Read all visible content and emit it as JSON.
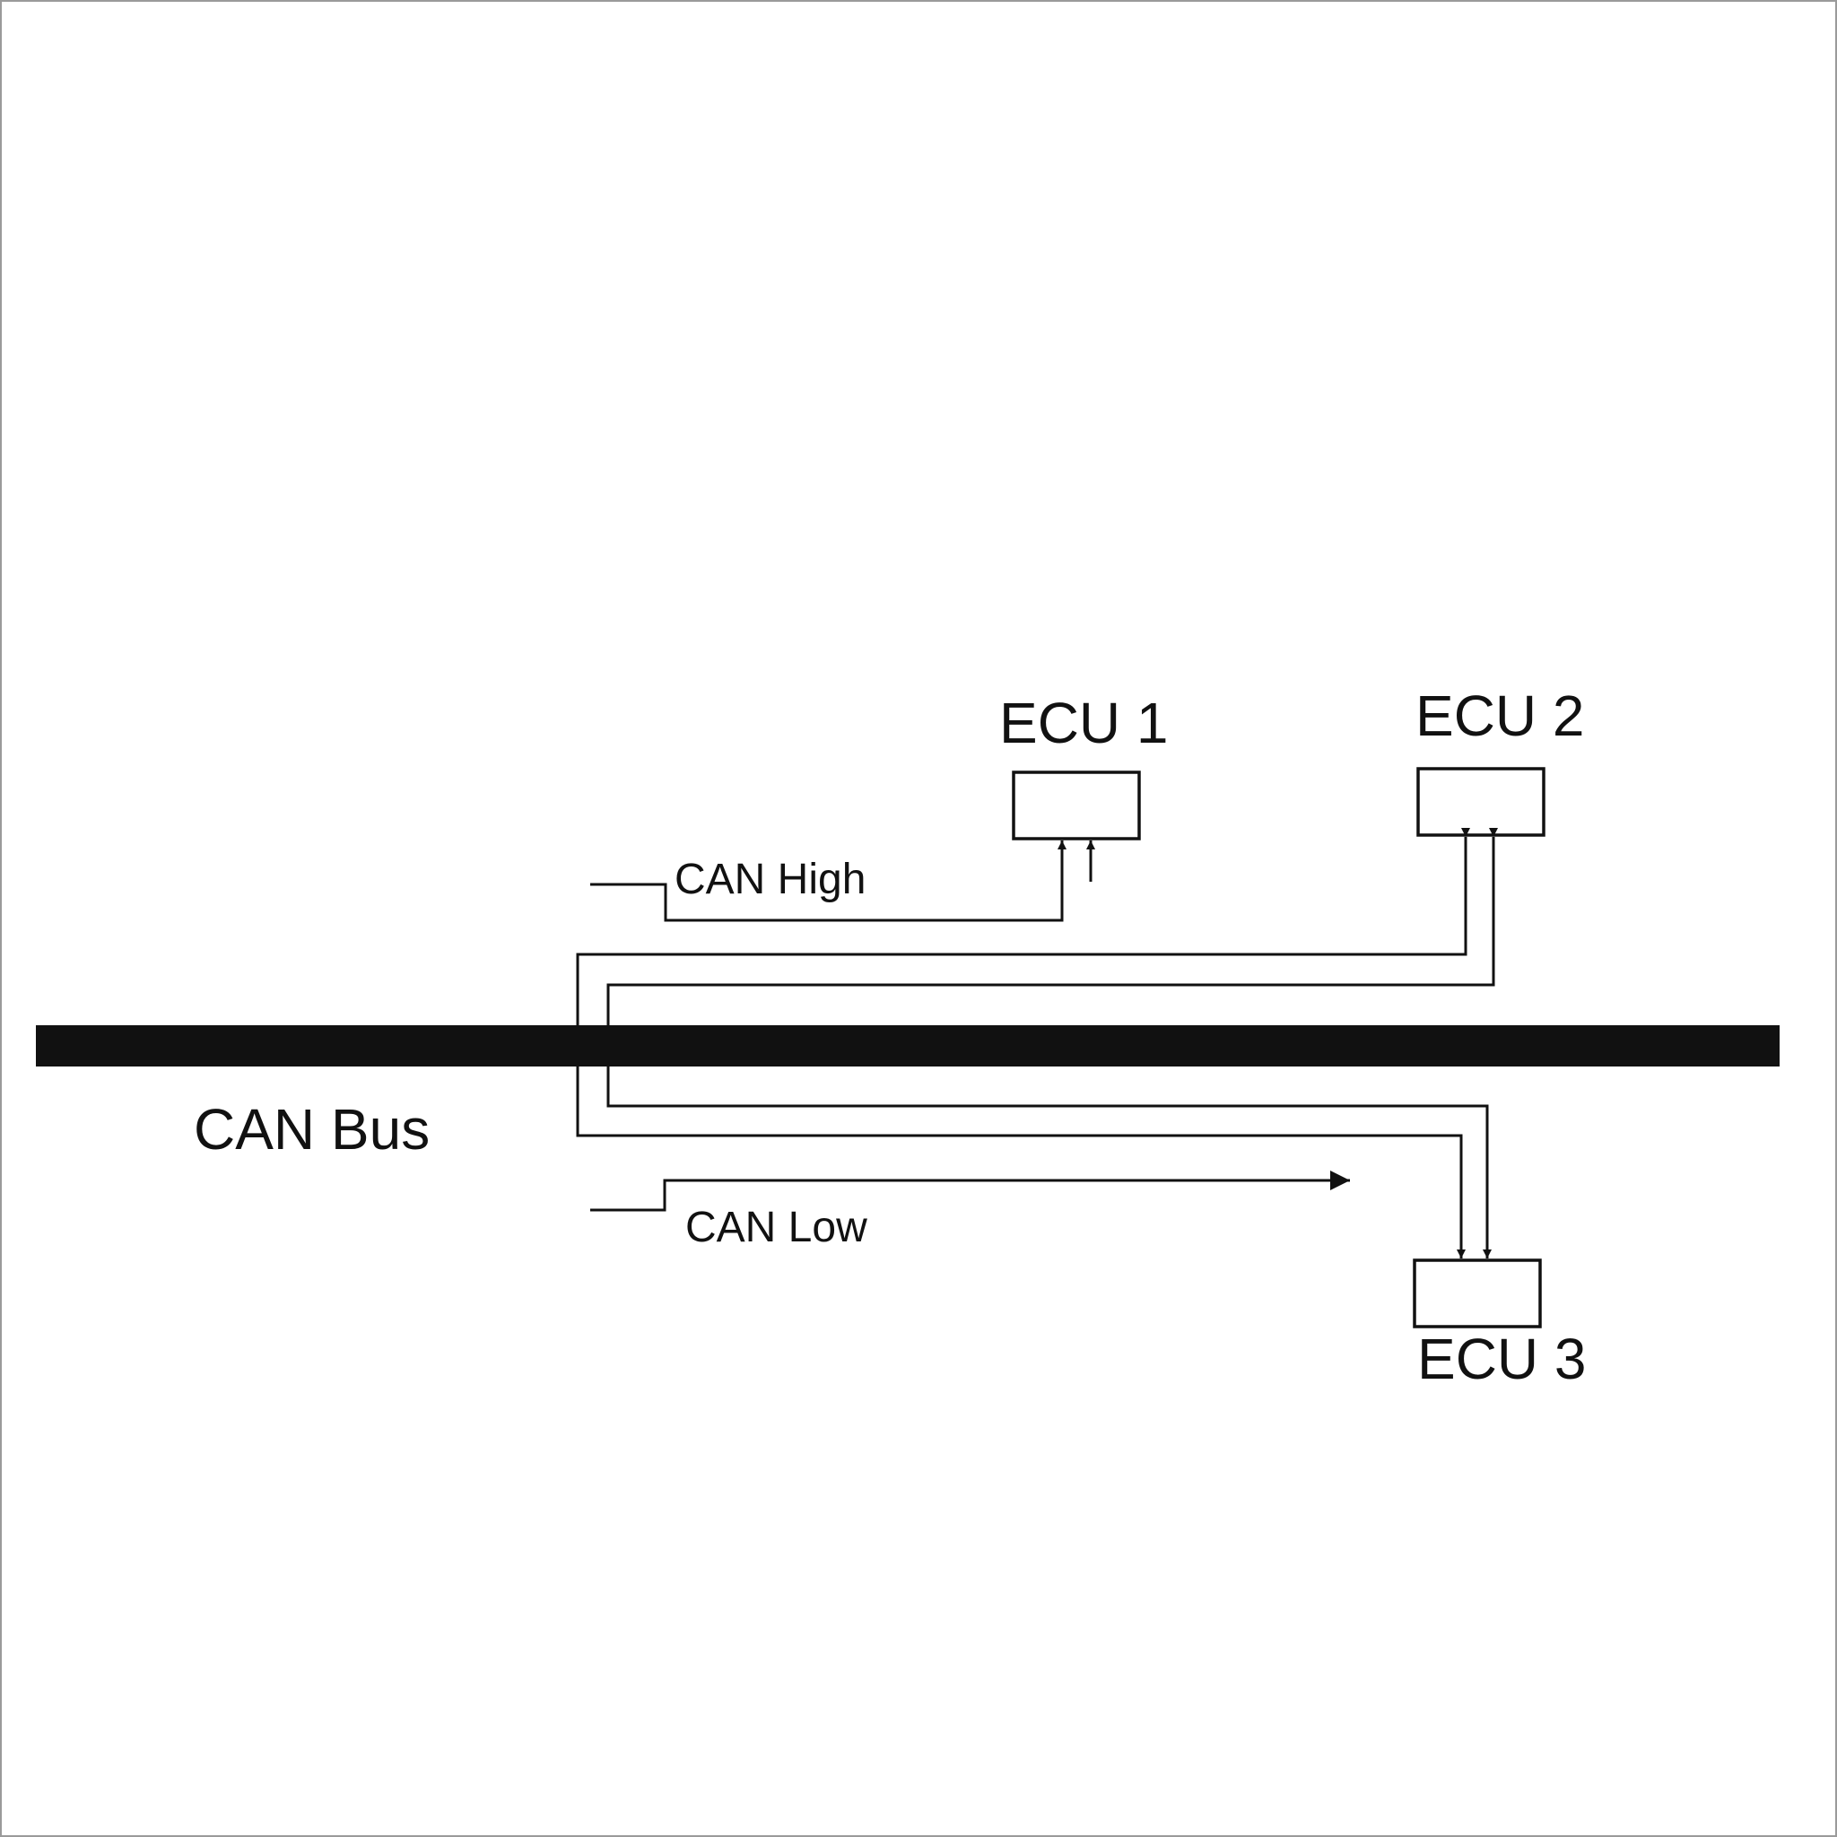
{
  "diagram": {
    "bus_label": "CAN Bus",
    "can_high_label": "CAN High",
    "can_low_label": "CAN Low",
    "nodes": [
      {
        "id": "ecu1",
        "label": "ECU 1"
      },
      {
        "id": "ecu2",
        "label": "ECU 2"
      },
      {
        "id": "ecu3",
        "label": "ECU 3"
      }
    ]
  },
  "colors": {
    "line": "#111111",
    "background": "#ffffff",
    "frame": "#9a9a9a"
  }
}
